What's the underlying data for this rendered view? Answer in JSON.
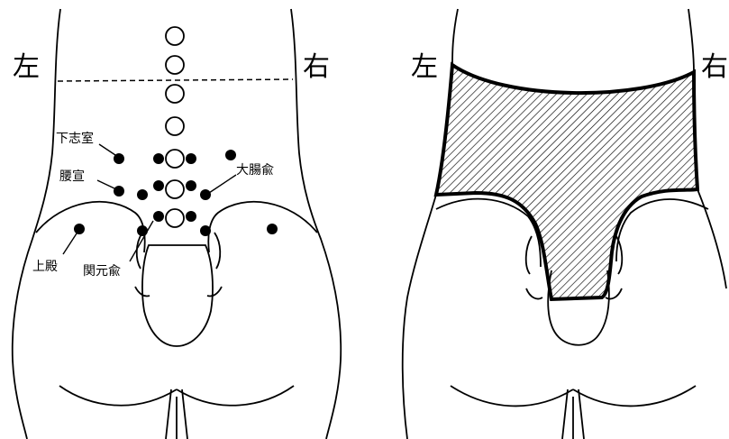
{
  "left_figure": {
    "side_left": "左",
    "side_right": "右",
    "labels": {
      "xia_zhi_shi": "下志室",
      "yao_xuan": "腰宣",
      "da_chang_shu": "大腸兪",
      "shang_dian": "上殿",
      "guan_yuan_shu": "関元兪"
    }
  },
  "right_figure": {
    "side_left": "左",
    "side_right": "右"
  },
  "colors": {
    "line": "#000000",
    "background": "#ffffff",
    "hatch": "#000000"
  }
}
